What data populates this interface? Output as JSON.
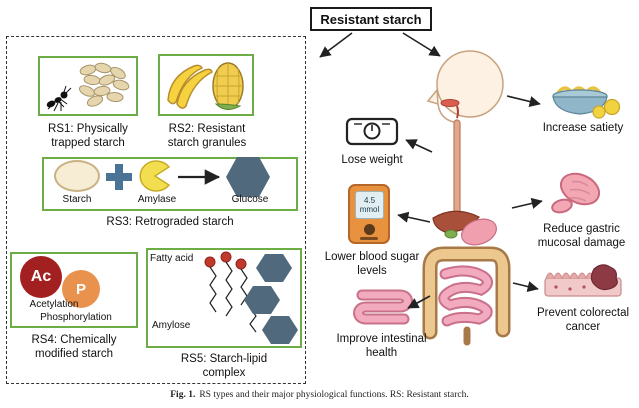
{
  "title": "Resistant starch",
  "panel": {
    "rs1": {
      "caption": "RS1: Physically trapped starch"
    },
    "rs2": {
      "caption": "RS2: Resistant starch granules"
    },
    "rs3": {
      "caption": "RS3: Retrograded starch",
      "items": {
        "starch": "Starch",
        "amylase": "Amylase",
        "glucose": "Glucose"
      }
    },
    "rs4": {
      "caption": "RS4: Chemically modified starch",
      "ac_symbol": "Ac",
      "p_symbol": "P",
      "acetylation": "Acetylation",
      "phosphorylation": "Phosphorylation"
    },
    "rs5": {
      "caption": "RS5: Starch-lipid complex",
      "fatty_acid": "Fatty acid",
      "amylose": "Amylose"
    }
  },
  "functions": {
    "lose_weight": {
      "label": "Lose weight"
    },
    "increase_satiety": {
      "label": "Increase satiety"
    },
    "lower_blood_sugar": {
      "label": "Lower blood sugar levels",
      "meter_value": "4.5",
      "meter_unit": "mmol"
    },
    "reduce_gastric": {
      "label": "Reduce gastric mucosal damage"
    },
    "improve_intestinal": {
      "label": "Improve intestinal health"
    },
    "prevent_colorectal": {
      "label": "Prevent colorectal cancer"
    }
  },
  "caption": {
    "fig_label": "Fig. 1.",
    "text": "RS types and their major physiological functions. RS: Resistant starch."
  },
  "icons": {
    "rs1": "seeds-and-ant-icon",
    "rs2": "banana-corn-icon",
    "rs3_plus": "plus-icon",
    "rs3_arrow": "arrow-right-icon",
    "lose_weight": "weighing-scale-icon",
    "increase_satiety": "noodle-bowl-icon",
    "lower_blood_sugar": "glucose-meter-icon",
    "reduce_gastric": "stomach-icon",
    "improve_intestinal": "intestine-icon",
    "prevent_colorectal": "colon-tissue-icon",
    "center_illustration": "human-digestive-system-illustration"
  },
  "colors": {
    "accent_green": "#6cae45",
    "ac_red": "#a32020",
    "p_orange": "#e8924e",
    "hexagon_slate": "#50697d",
    "plus_blue": "#4a7396",
    "starch_yellow": "#f2de4e",
    "intestine_pink": "#eda7bb",
    "meter_orange": "#e8923f"
  }
}
